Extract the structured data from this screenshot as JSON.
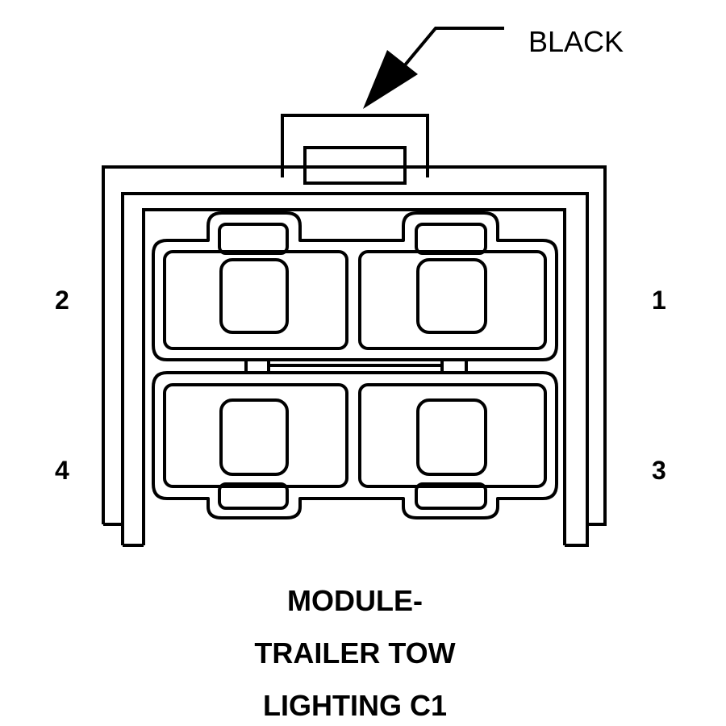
{
  "connector": {
    "color_label": "BLACK",
    "pins": [
      {
        "number": "1"
      },
      {
        "number": "2"
      },
      {
        "number": "3"
      },
      {
        "number": "4"
      }
    ],
    "title_lines": [
      "MODULE-",
      "TRAILER TOW",
      "LIGHTING C1"
    ]
  },
  "colors": {
    "line": "#000000",
    "background": "#ffffff"
  }
}
